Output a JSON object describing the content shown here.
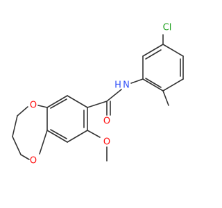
{
  "molecule": {
    "labels": {
      "chlorine": "Cl",
      "amide_nitrogen": "N",
      "amide_hydrogen": "H",
      "carbonyl_oxygen": "O",
      "ring_oxygen_upper": "O",
      "ring_oxygen_lower": "O",
      "methoxy_oxygen": "O"
    },
    "colors": {
      "bond": "#333333",
      "carbon_text": "#333333",
      "oxygen": "#ff0d0d",
      "nitrogen": "#3050f8",
      "chlorine": "#1fa01f"
    }
  }
}
